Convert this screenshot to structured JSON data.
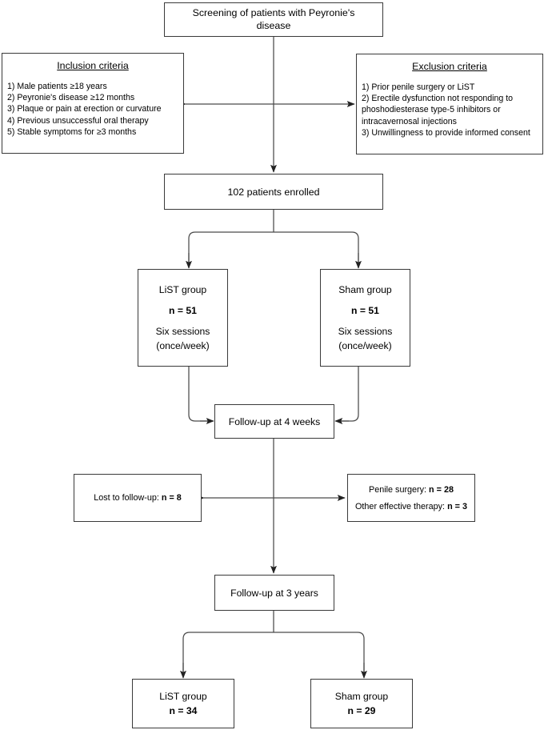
{
  "diagram": {
    "title": "CONSORT-style patient flow diagram",
    "stroke_color": "#3a3a3a",
    "background": "#ffffff"
  },
  "nodes": {
    "screening": {
      "line1": "Screening of patients with Peyronie's",
      "line2": "disease"
    },
    "inclusion": {
      "heading": "Inclusion criteria",
      "items": [
        "1) Male patients ≥18 years",
        "2) Peyronie's disease ≥12 months",
        "3) Plaque or pain at erection or curvature",
        "4) Previous unsuccessful oral therapy",
        "5) Stable symptoms for ≥3 months"
      ]
    },
    "exclusion": {
      "heading": "Exclusion criteria",
      "items": [
        "1) Prior penile surgery or LiST",
        "2) Erectile dysfunction not responding to phoshodiesterase type-5 inhibitors or intracavernosal injections",
        "3) Unwillingness to provide informed consent"
      ]
    },
    "enrolled": {
      "label": "102 patients enrolled"
    },
    "list_group": {
      "label": "LiST group",
      "n": "n = 51",
      "sessions_line1": "Six sessions",
      "sessions_line2": "(once/week)"
    },
    "sham_group": {
      "label": "Sham group",
      "n": "n = 51",
      "sessions_line1": "Six sessions",
      "sessions_line2": "(once/week)"
    },
    "followup_4w": {
      "label": "Follow-up at 4 weeks"
    },
    "lost": {
      "text_prefix": "Lost to follow-up: ",
      "n": "n = 8"
    },
    "reasons": {
      "row1_prefix": "Penile surgery: ",
      "row1_n": "n = 28",
      "row2_prefix": "Other effective therapy: ",
      "row2_n": "n = 3"
    },
    "followup_3y": {
      "label": "Follow-up at 3 years"
    },
    "list_final": {
      "label": "LiST group",
      "n": "n = 34"
    },
    "sham_final": {
      "label": "Sham group",
      "n": "n = 29"
    }
  },
  "chart_data": {
    "type": "diagram",
    "title": "Peyronie's disease LiST vs Sham trial flow",
    "stages": [
      {
        "stage": "screened",
        "label": "Screening of patients with Peyronie's disease",
        "n": null
      },
      {
        "stage": "enrolled",
        "label": "102 patients enrolled",
        "n": 102
      },
      {
        "stage": "randomized_list",
        "label": "LiST group",
        "n": 51,
        "treatment": "Six sessions (once/week)"
      },
      {
        "stage": "randomized_sham",
        "label": "Sham group",
        "n": 51,
        "treatment": "Six sessions (once/week)"
      },
      {
        "stage": "followup_4_weeks",
        "label": "Follow-up at 4 weeks",
        "n": null
      },
      {
        "stage": "lost_to_followup",
        "label": "Lost to follow-up",
        "n": 8
      },
      {
        "stage": "penile_surgery",
        "label": "Penile surgery",
        "n": 28
      },
      {
        "stage": "other_effective_therapy",
        "label": "Other effective therapy",
        "n": 3
      },
      {
        "stage": "followup_3_years",
        "label": "Follow-up at 3 years",
        "n": null
      },
      {
        "stage": "final_list",
        "label": "LiST group",
        "n": 34
      },
      {
        "stage": "final_sham",
        "label": "Sham group",
        "n": 29
      }
    ]
  }
}
